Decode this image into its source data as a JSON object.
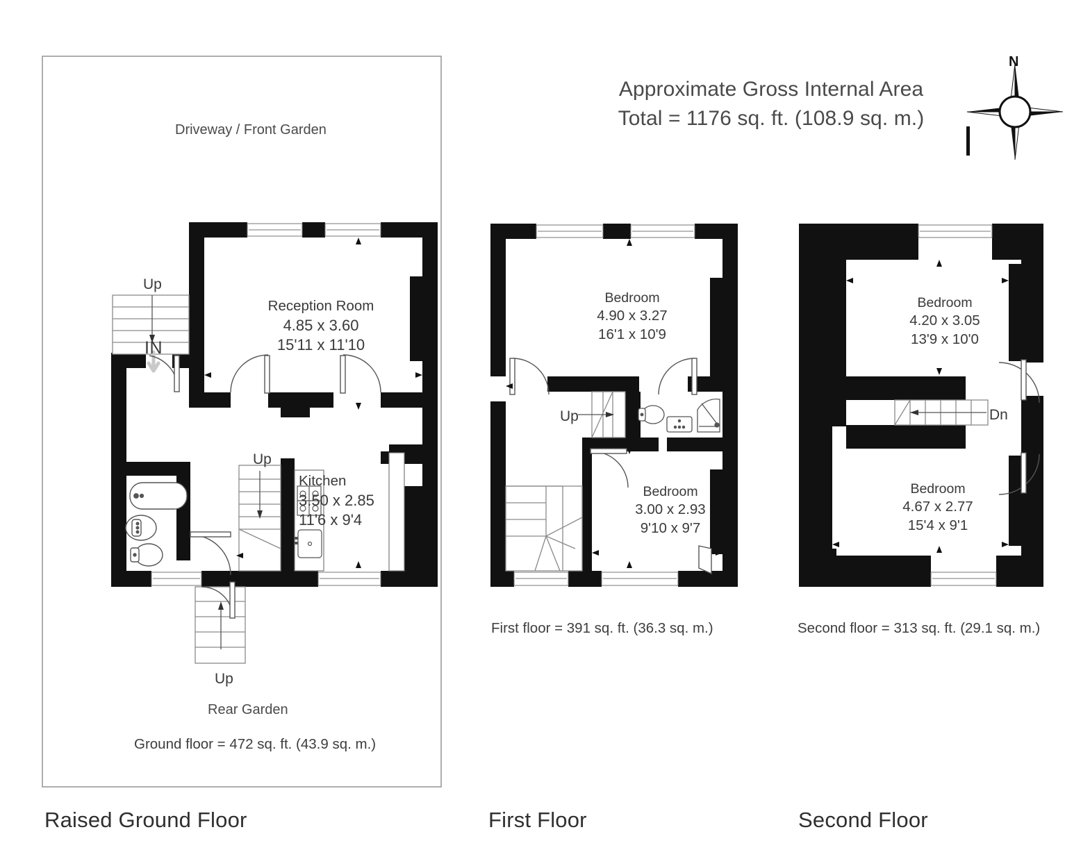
{
  "header": {
    "line1": "Approximate Gross Internal Area",
    "line2": "Total =  1176 sq. ft. (108.9 sq. m.)",
    "total_sqft": 1176,
    "total_sqm": 108.9
  },
  "compass": {
    "north_label": "N"
  },
  "floors": [
    {
      "id": "ground",
      "title": "Raised Ground Floor",
      "area_caption": "Ground floor  = 472 sq. ft. (43.9 sq. m.)",
      "area_sqft": 472,
      "area_sqm": 43.9,
      "outdoor": [
        {
          "name": "front-garden",
          "label": "Driveway / Front Garden"
        },
        {
          "name": "rear-garden",
          "label": "Rear Garden"
        }
      ],
      "rooms": [
        {
          "name": "Reception Room",
          "metric": "4.85 x 3.60",
          "imperial": "15'11 x 11'10"
        },
        {
          "name": "Kitchen",
          "metric": "3.50 x 2.85",
          "imperial": "11'6 x 9'4"
        }
      ],
      "markers": [
        {
          "name": "up-front-steps",
          "label": "Up"
        },
        {
          "name": "entrance",
          "label": "IN"
        },
        {
          "name": "up-internal-stair",
          "label": "Up"
        },
        {
          "name": "up-rear-steps",
          "label": "Up"
        }
      ]
    },
    {
      "id": "first",
      "title": "First Floor",
      "area_caption": "First floor  = 391 sq. ft. (36.3 sq. m.)",
      "area_sqft": 391,
      "area_sqm": 36.3,
      "rooms": [
        {
          "name": "Bedroom",
          "metric": "4.90 x 3.27",
          "imperial": "16'1 x 10'9"
        },
        {
          "name": "Bedroom",
          "metric": "3.00 x 2.93",
          "imperial": "9'10 x 9'7"
        }
      ],
      "markers": [
        {
          "name": "up-stair",
          "label": "Up"
        }
      ]
    },
    {
      "id": "second",
      "title": "Second Floor",
      "area_caption": "Second floor  = 313 sq. ft. (29.1 sq. m.)",
      "area_sqft": 313,
      "area_sqm": 29.1,
      "rooms": [
        {
          "name": "Bedroom",
          "metric": "4.20 x 3.05",
          "imperial": "13'9 x 10'0"
        },
        {
          "name": "Bedroom",
          "metric": "4.67 x 2.77",
          "imperial": "15'4 x 9'1"
        }
      ],
      "markers": [
        {
          "name": "down-stair",
          "label": "Dn"
        }
      ]
    }
  ],
  "colors": {
    "wall": "#111111",
    "plot_border": "#9a9a9a",
    "fixture_line": "#555555",
    "text": "#3a3a3a"
  }
}
